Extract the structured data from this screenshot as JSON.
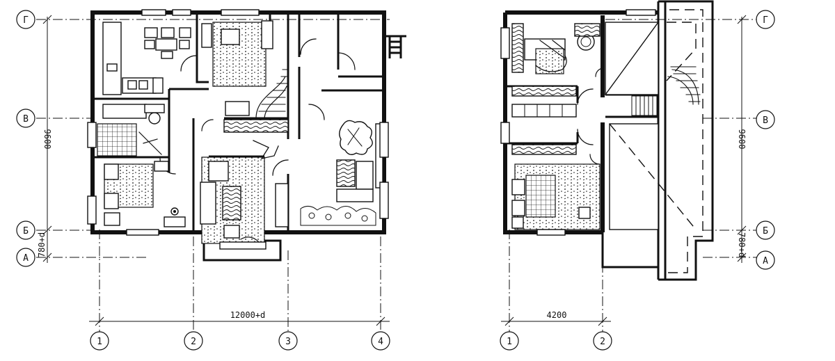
{
  "axes": {
    "rows": [
      "Г",
      "В",
      "Б",
      "А"
    ],
    "columns_ground": [
      "1",
      "2",
      "3",
      "4"
    ],
    "columns_upper": [
      "1",
      "2"
    ]
  },
  "dimensions": {
    "depth_left": "9600",
    "depth_right": "9600",
    "offset_left": "780+d",
    "offset_right": "780+d",
    "width_ground": "12000+d",
    "width_upper": "4200"
  }
}
